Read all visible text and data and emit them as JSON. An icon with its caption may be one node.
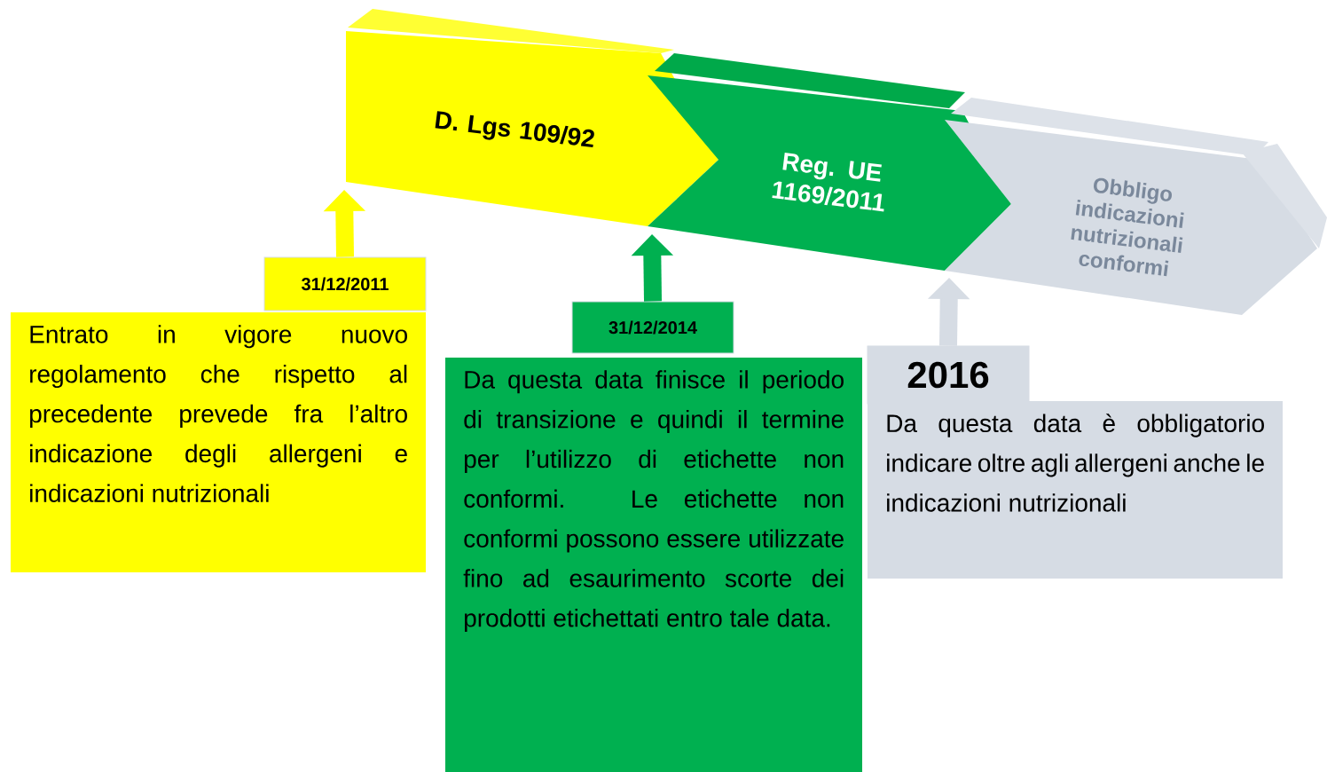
{
  "diagram": {
    "nodes": [
      {
        "text": [
          "D. Lgs 109/92"
        ]
      },
      {
        "text": [
          "Reg. UE 1169/2011"
        ]
      },
      {
        "text": [
          "Obbligo indicazioni nutrizionali conformi"
        ]
      },
      {
        "text": [
          "31/12/2011",
          "Entrato in vigore nuovo regolamento che rispetto al precedente prevede fra l’altro indicazione degli allergeni e indicazioni nutrizionali"
        ]
      },
      {
        "text": [
          "31/12/2014",
          "Da questa data finisce il periodo di transizione e quindi il termine per l’utilizzo di etichette non conformi. Le etichette non conformi possono essere utilizzate fino ad esaurimento scorte dei prodotti etichettati entro tale data."
        ]
      },
      {
        "text": [
          "2016",
          "Da questa data è obbligatorio indicare oltre agli allergeni anche le indicazioni nutrizionali"
        ]
      }
    ],
    "edges": [
      {
        "from": 3,
        "to": 0,
        "arrow": "to",
        "color": "#ffff00"
      },
      {
        "from": 4,
        "to": 1,
        "arrow": "to",
        "color": "#00b050"
      },
      {
        "from": 5,
        "to": 2,
        "arrow": "to",
        "color": "#d6dce4"
      }
    ]
  }
}
